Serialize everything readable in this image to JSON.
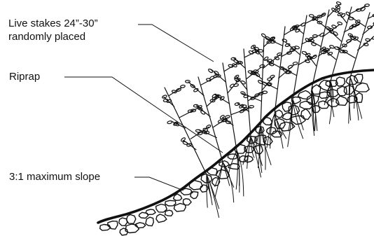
{
  "labels": {
    "live_stakes_line1": "Live stakes 24”-30”",
    "live_stakes_line2": "randomly placed",
    "riprap": "Riprap",
    "slope": "3:1 maximum slope"
  },
  "colors": {
    "ink": "#111111",
    "background": "#ffffff"
  }
}
